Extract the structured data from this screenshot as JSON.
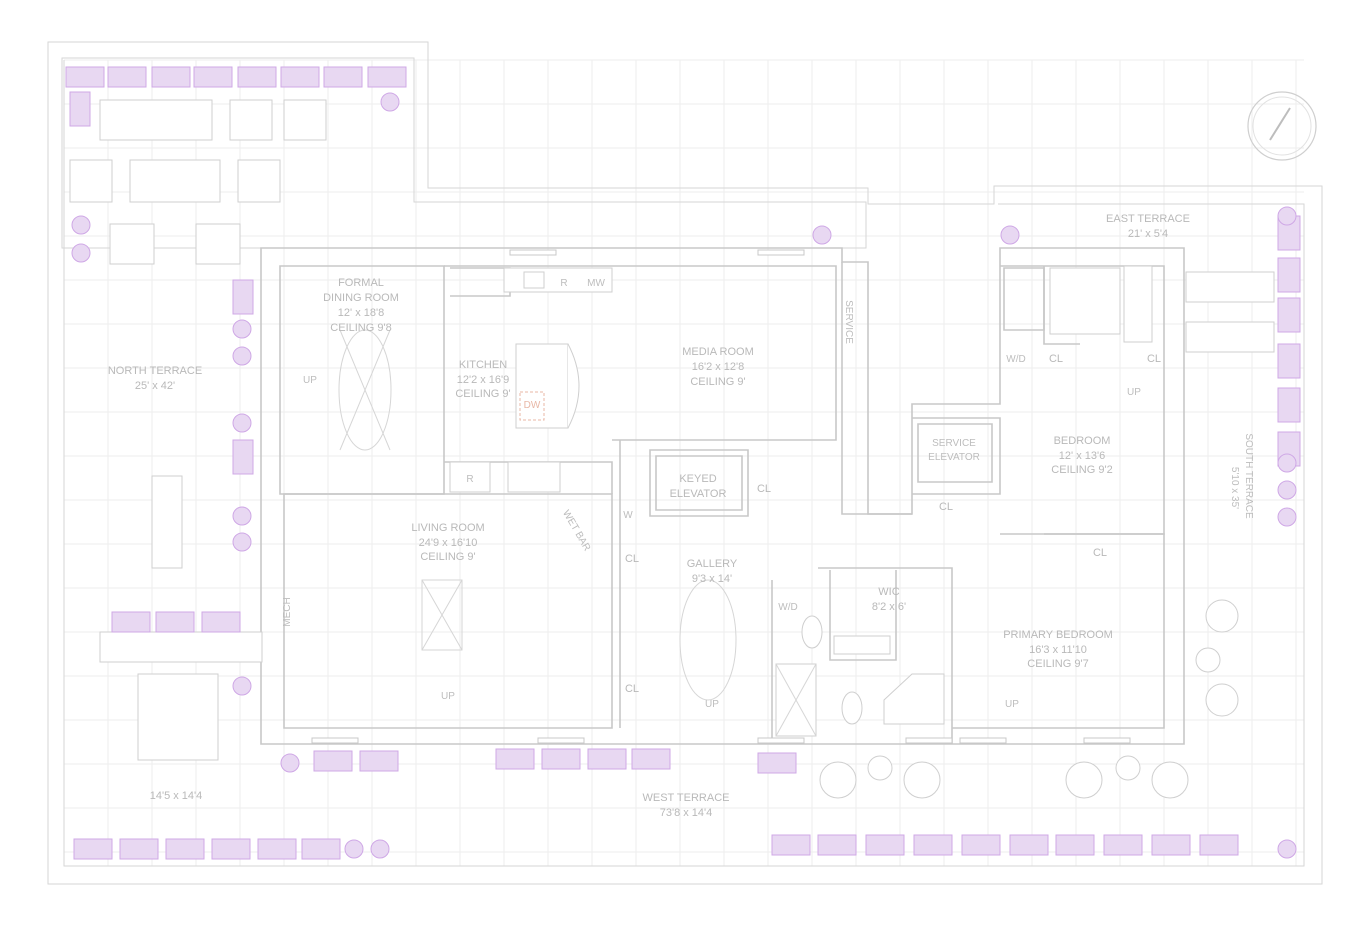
{
  "colors": {
    "wall": "#c8c8c8",
    "grid": "#eeeeee",
    "planter_fill": "#e8d8f2",
    "planter_stroke": "#cfa8e6",
    "label": "#b9b9b9",
    "appliance": "#e8b7a6"
  },
  "rooms": [
    {
      "id": "formal-dining",
      "name": "FORMAL",
      "name2": "DINING ROOM",
      "dims": "12' x 18'8",
      "ceiling": "CEILING 9'8"
    },
    {
      "id": "kitchen",
      "name": "KITCHEN",
      "dims": "12'2 x 16'9",
      "ceiling": "CEILING 9'"
    },
    {
      "id": "media-room",
      "name": "MEDIA ROOM",
      "dims": "16'2 x 12'8",
      "ceiling": "CEILING 9'"
    },
    {
      "id": "north-terrace",
      "name": "NORTH TERRACE",
      "dims": "25' x 42'"
    },
    {
      "id": "living-room",
      "name": "LIVING ROOM",
      "dims": "24'9 x 16'10",
      "ceiling": "CEILING 9'"
    },
    {
      "id": "gallery",
      "name": "GALLERY",
      "dims": "9'3 x 14'"
    },
    {
      "id": "wic",
      "name": "WIC",
      "dims": "8'2 x 6'"
    },
    {
      "id": "primary-bedroom",
      "name": "PRIMARY BEDROOM",
      "dims": "16'3 x 11'10",
      "ceiling": "CEILING 9'7"
    },
    {
      "id": "bedroom",
      "name": "BEDROOM",
      "dims": "12' x 13'6",
      "ceiling": "CEILING 9'2"
    },
    {
      "id": "east-terrace",
      "name": "EAST TERRACE",
      "dims": "21' x 5'4"
    },
    {
      "id": "south-terrace",
      "name": "SOUTH TERRACE",
      "dims": "5'10 x 35'"
    },
    {
      "id": "west-terrace",
      "name": "WEST TERRACE",
      "dims": "73'8 x 14'4"
    },
    {
      "id": "sw-terrace",
      "dims": "14'5 x 14'4"
    }
  ],
  "labels": {
    "keyed_elevator_1": "KEYED",
    "keyed_elevator_2": "ELEVATOR",
    "service_elevator_1": "SERVICE",
    "service_elevator_2": "ELEVATOR",
    "service": "SERVICE",
    "wet_bar": "WET BAR",
    "wd_1": "W/D",
    "wd_2": "W/D",
    "dw": "DW",
    "mw": "MW",
    "r": "R",
    "w": "W",
    "mech": "MECH",
    "cl": "CL",
    "up": "UP"
  }
}
